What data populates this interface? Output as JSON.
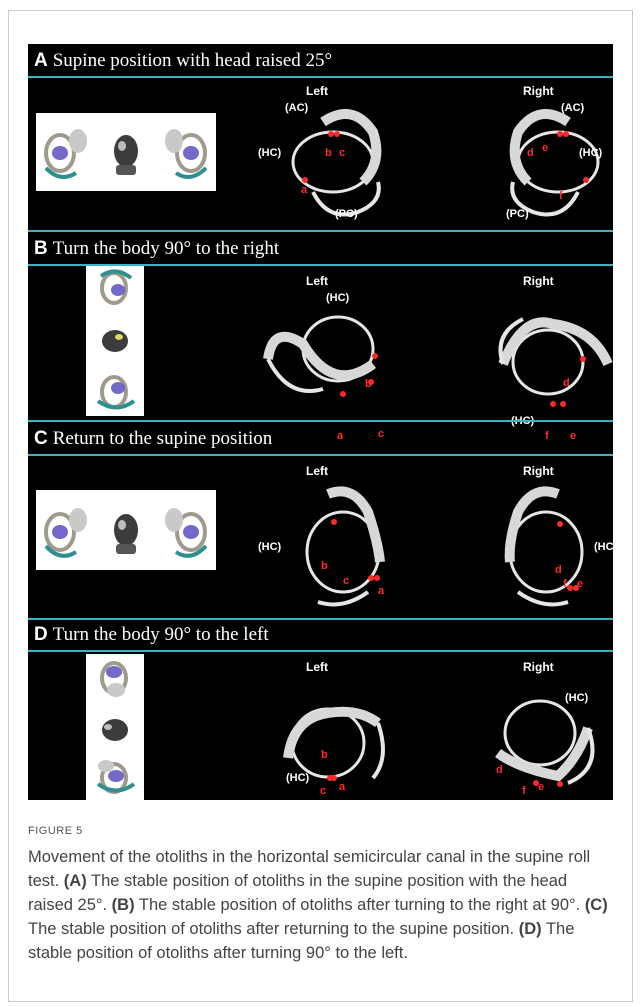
{
  "figure": {
    "panels": [
      {
        "letter": "A",
        "title": "Supine position with head raised 25°",
        "left_label": "Left",
        "right_label": "Right",
        "left_canals": [
          "(AC)",
          "(HC)",
          "(PC)"
        ],
        "right_canals": [
          "(AC)",
          "(HC)",
          "(PC)"
        ],
        "left_points": [
          "a",
          "b",
          "c"
        ],
        "right_points": [
          "d",
          "e",
          "f"
        ]
      },
      {
        "letter": "B",
        "title": "Turn the body 90° to the right",
        "left_label": "Left",
        "right_label": "Right",
        "left_canals": [
          "(HC)"
        ],
        "right_canals": [
          "(HC)"
        ],
        "left_points": [
          "a",
          "b",
          "c"
        ],
        "right_points": [
          "d",
          "e",
          "f"
        ]
      },
      {
        "letter": "C",
        "title": "Return to the supine position",
        "left_label": "Left",
        "right_label": "Right",
        "left_canals": [
          "(HC)"
        ],
        "right_canals": [
          "(HC)"
        ],
        "left_points": [
          "a",
          "b",
          "c"
        ],
        "right_points": [
          "d",
          "e",
          "f"
        ]
      },
      {
        "letter": "D",
        "title": "Turn the body 90° to the left",
        "left_label": "Left",
        "right_label": "Right",
        "left_canals": [
          "(HC)"
        ],
        "right_canals": [
          "(HC)"
        ],
        "left_points": [
          "a",
          "b",
          "c"
        ],
        "right_points": [
          "d",
          "e",
          "f"
        ]
      }
    ]
  },
  "caption": {
    "label": "FIGURE 5",
    "intro": "Movement of the otoliths in the horizontal semicircular canal in the supine roll test.",
    "parts": [
      {
        "tag": "(A)",
        "text": "The stable position of otoliths in the supine position with the head raised 25°."
      },
      {
        "tag": "(B)",
        "text": "The stable position of otoliths after turning to the right at 90°."
      },
      {
        "tag": "(C)",
        "text": "The stable position of otoliths after returning to the supine position."
      },
      {
        "tag": "(D)",
        "text": "The stable position of otoliths after turning 90° to the left."
      }
    ]
  },
  "colors": {
    "accent": "#3fb3c4",
    "marker": "#ff2a2a",
    "background": "#000000"
  }
}
